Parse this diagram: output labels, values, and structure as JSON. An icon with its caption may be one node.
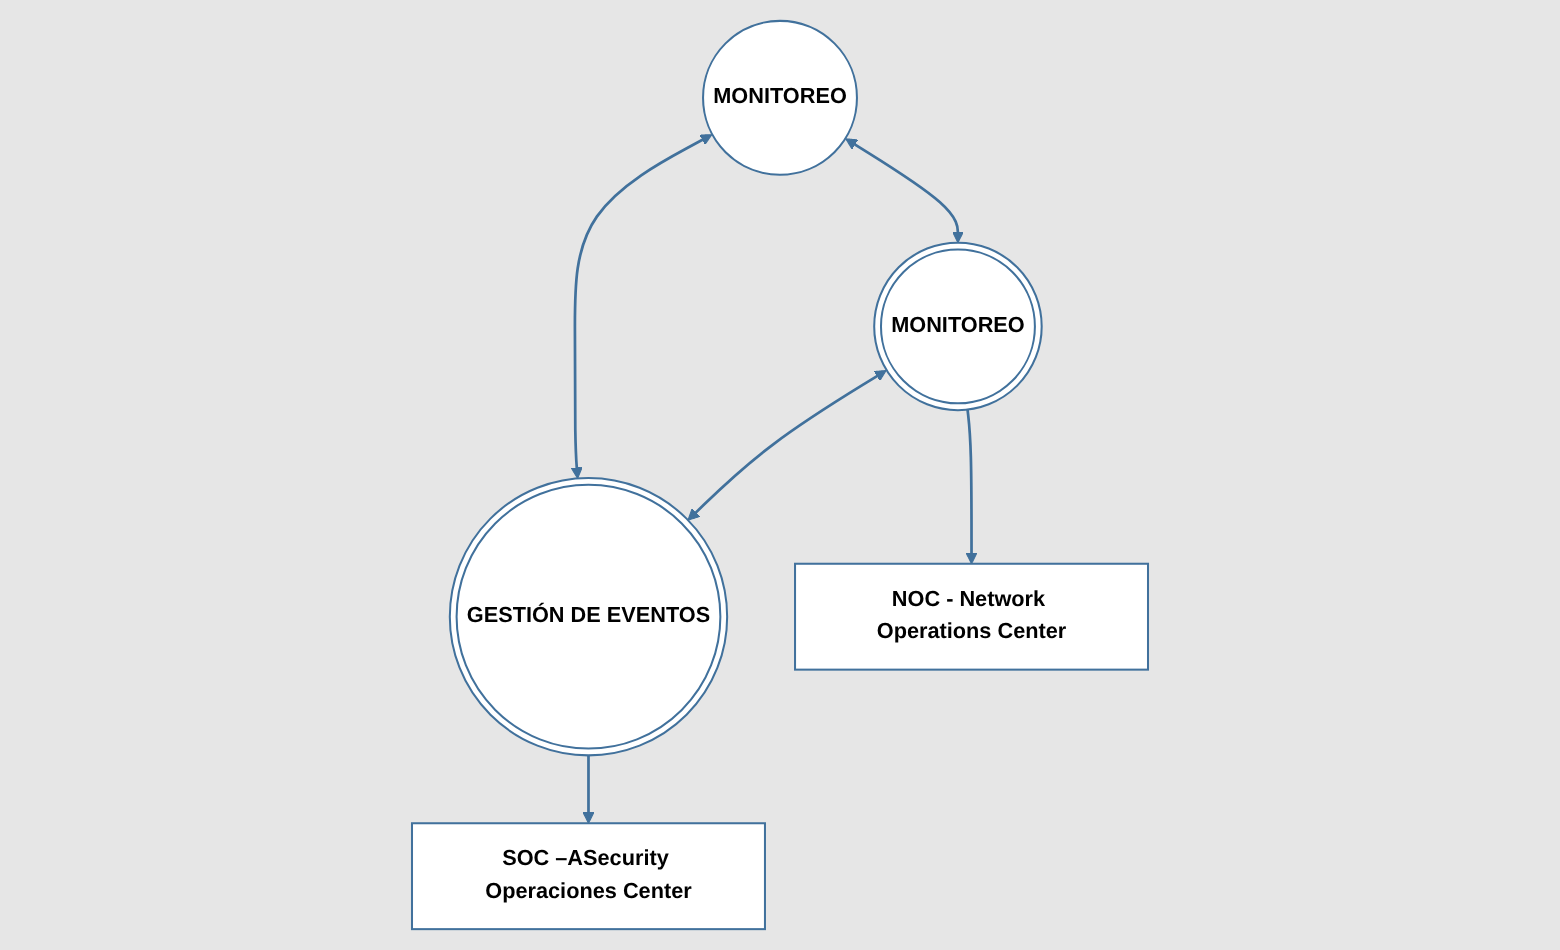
{
  "diagram": {
    "nodes": [
      {
        "text": [
          "MONITOREO"
        ]
      },
      {
        "text": [
          "MONITOREO"
        ]
      },
      {
        "text": [
          "GESTIÓN DE EVENTOS"
        ]
      },
      {
        "text": [
          "NOC - Network Operations Center"
        ]
      },
      {
        "text": [
          "SOC –ASecurity Operaciones Center"
        ]
      }
    ],
    "edges": [
      {
        "from": 1,
        "to": 2,
        "arrow": "both"
      },
      {
        "from": 1,
        "to": 0,
        "arrow": "both"
      },
      {
        "from": 2,
        "to": 0,
        "arrow": "both"
      },
      {
        "from": 1,
        "to": 3,
        "arrow": "to"
      },
      {
        "from": 2,
        "to": 4,
        "arrow": "to"
      }
    ]
  }
}
